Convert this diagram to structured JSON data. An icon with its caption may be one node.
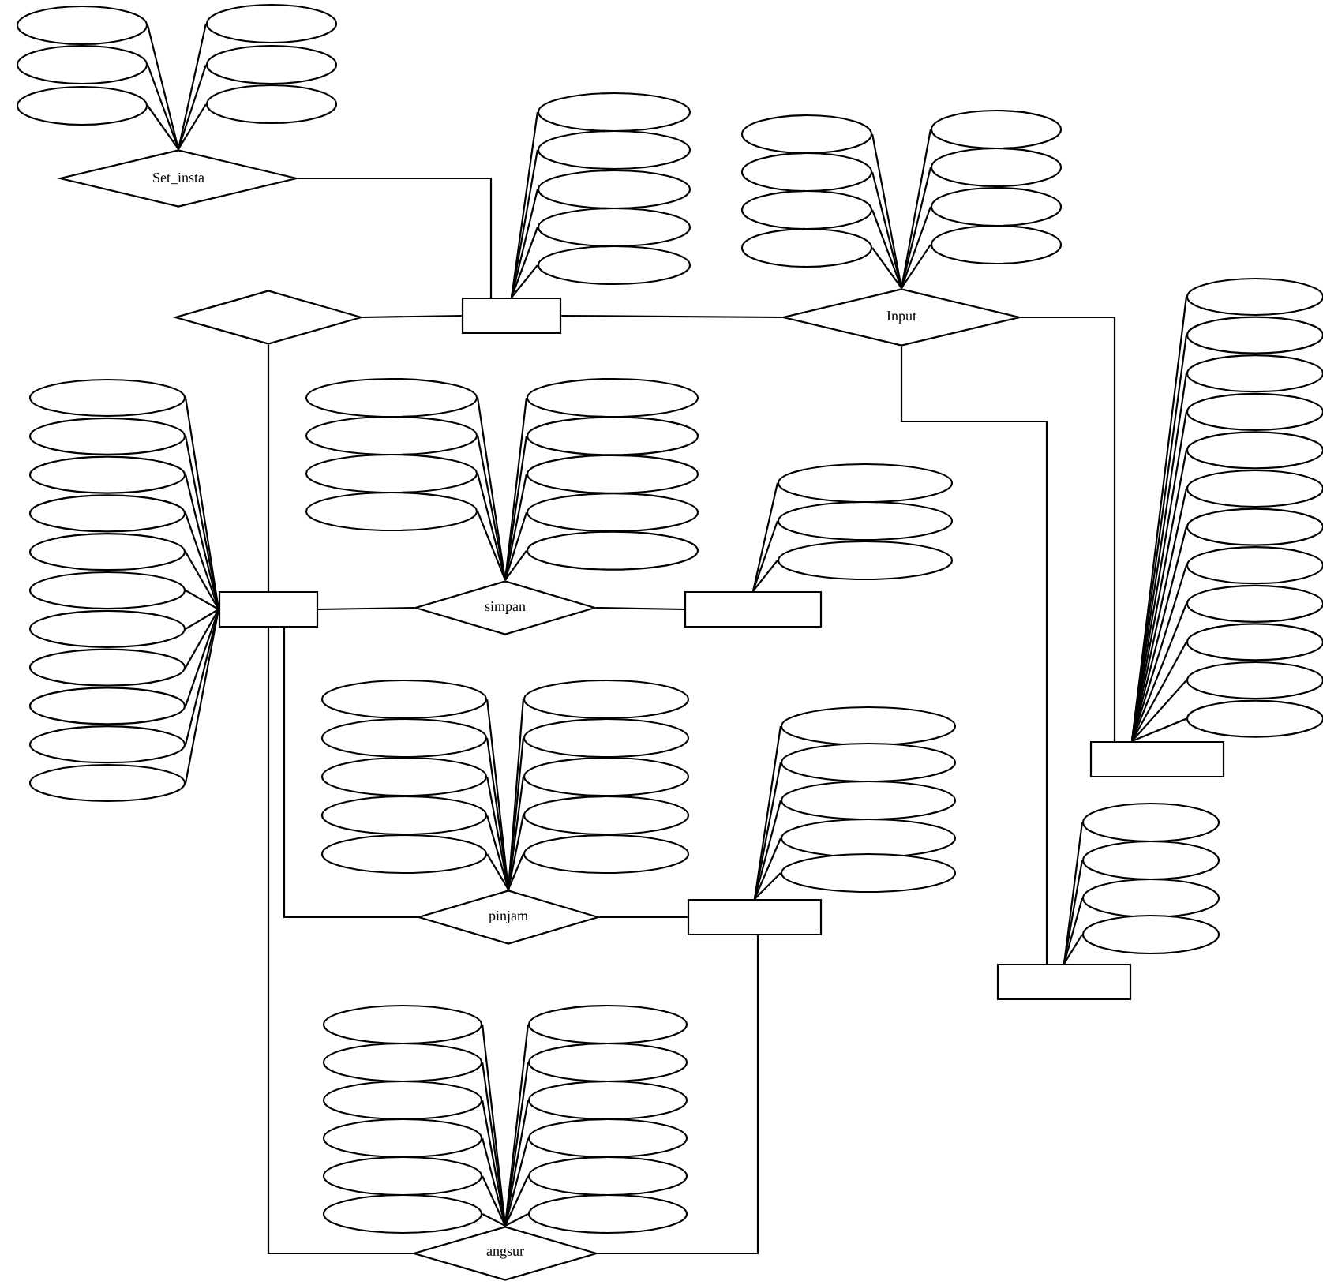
{
  "diagram": {
    "nodes": [
      {
        "text": [
          "Set_insta"
        ]
      },
      {
        "text": [],
        "shape": "ellipse"
      },
      {
        "text": [],
        "shape": "ellipse"
      },
      {
        "text": [],
        "shape": "ellipse"
      },
      {
        "text": [],
        "shape": "ellipse"
      },
      {
        "text": [],
        "shape": "ellipse"
      },
      {
        "text": [],
        "shape": "ellipse"
      },
      {
        "text": [],
        "shape": "box"
      },
      {
        "text": [],
        "shape": "ellipse"
      },
      {
        "text": [],
        "shape": "ellipse"
      },
      {
        "text": [],
        "shape": "ellipse"
      },
      {
        "text": [],
        "shape": "ellipse"
      },
      {
        "text": [],
        "shape": "ellipse"
      },
      {
        "text": [],
        "shape": "ellipse"
      },
      {
        "text": [],
        "shape": "ellipse"
      },
      {
        "text": [],
        "shape": "ellipse"
      },
      {
        "text": [],
        "shape": "ellipse"
      },
      {
        "text": [],
        "shape": "ellipse"
      },
      {
        "text": [],
        "shape": "ellipse"
      },
      {
        "text": [],
        "shape": "ellipse"
      },
      {
        "text": [],
        "shape": "ellipse"
      },
      {
        "text": [],
        "shape": "diamond"
      },
      {
        "text": [
          "Input"
        ]
      },
      {
        "text": [],
        "shape": "ellipse"
      },
      {
        "text": [],
        "shape": "ellipse"
      },
      {
        "text": [],
        "shape": "ellipse"
      },
      {
        "text": [],
        "shape": "ellipse"
      },
      {
        "text": [],
        "shape": "ellipse"
      },
      {
        "text": [],
        "shape": "ellipse"
      },
      {
        "text": [],
        "shape": "ellipse"
      },
      {
        "text": [],
        "shape": "ellipse"
      },
      {
        "text": [],
        "shape": "ellipse"
      },
      {
        "text": [],
        "shape": "ellipse"
      },
      {
        "text": [],
        "shape": "ellipse"
      },
      {
        "text": [],
        "shape": "ellipse"
      },
      {
        "text": [],
        "shape": "box"
      },
      {
        "text": [],
        "shape": "box"
      },
      {
        "text": [],
        "shape": "ellipse"
      },
      {
        "text": [],
        "shape": "ellipse"
      },
      {
        "text": [],
        "shape": "ellipse"
      },
      {
        "text": [],
        "shape": "ellipse"
      },
      {
        "text": [],
        "shape": "ellipse"
      },
      {
        "text": [],
        "shape": "ellipse"
      },
      {
        "text": [],
        "shape": "ellipse"
      },
      {
        "text": [],
        "shape": "ellipse"
      },
      {
        "text": [],
        "shape": "ellipse"
      },
      {
        "text": [],
        "shape": "ellipse"
      },
      {
        "text": [],
        "shape": "ellipse"
      },
      {
        "text": [],
        "shape": "ellipse"
      },
      {
        "text": [],
        "shape": "ellipse"
      },
      {
        "text": [],
        "shape": "ellipse"
      },
      {
        "text": [],
        "shape": "ellipse"
      },
      {
        "text": [],
        "shape": "ellipse"
      },
      {
        "text": [],
        "shape": "ellipse"
      },
      {
        "text": [],
        "shape": "ellipse"
      },
      {
        "text": [],
        "shape": "ellipse"
      },
      {
        "text": [],
        "shape": "ellipse"
      },
      {
        "text": [
          "simpan"
        ]
      },
      {
        "text": [],
        "shape": "box"
      },
      {
        "text": [],
        "shape": "ellipse"
      },
      {
        "text": [],
        "shape": "ellipse"
      },
      {
        "text": [],
        "shape": "ellipse"
      },
      {
        "text": [],
        "shape": "ellipse"
      },
      {
        "text": [],
        "shape": "ellipse"
      },
      {
        "text": [],
        "shape": "ellipse"
      },
      {
        "text": [],
        "shape": "ellipse"
      },
      {
        "text": [],
        "shape": "ellipse"
      },
      {
        "text": [],
        "shape": "ellipse"
      },
      {
        "text": [],
        "shape": "ellipse"
      },
      {
        "text": [],
        "shape": "ellipse"
      },
      {
        "text": [],
        "shape": "ellipse"
      },
      {
        "text": [],
        "shape": "ellipse"
      },
      {
        "text": [],
        "shape": "ellipse"
      },
      {
        "text": [],
        "shape": "ellipse"
      },
      {
        "text": [],
        "shape": "ellipse"
      },
      {
        "text": [],
        "shape": "ellipse"
      },
      {
        "text": [
          "pinjam"
        ]
      },
      {
        "text": [],
        "shape": "box"
      },
      {
        "text": [],
        "shape": "ellipse"
      },
      {
        "text": [],
        "shape": "ellipse"
      },
      {
        "text": [],
        "shape": "ellipse"
      },
      {
        "text": [],
        "shape": "ellipse"
      },
      {
        "text": [],
        "shape": "ellipse"
      },
      {
        "text": [],
        "shape": "box"
      },
      {
        "text": [],
        "shape": "ellipse"
      },
      {
        "text": [],
        "shape": "ellipse"
      },
      {
        "text": [],
        "shape": "ellipse"
      },
      {
        "text": [],
        "shape": "ellipse"
      },
      {
        "text": [],
        "shape": "ellipse"
      },
      {
        "text": [],
        "shape": "ellipse"
      },
      {
        "text": [],
        "shape": "ellipse"
      },
      {
        "text": [],
        "shape": "ellipse"
      },
      {
        "text": [],
        "shape": "ellipse"
      },
      {
        "text": [],
        "shape": "ellipse"
      },
      {
        "text": [],
        "shape": "ellipse"
      },
      {
        "text": [],
        "shape": "ellipse"
      },
      {
        "text": [
          "angsur"
        ]
      }
    ],
    "edges": [
      {
        "from": 1,
        "to": 0,
        "arrow": "none"
      },
      {
        "from": 2,
        "to": 0,
        "arrow": "none"
      },
      {
        "from": 3,
        "to": 0,
        "arrow": "none"
      },
      {
        "from": 4,
        "to": 0,
        "arrow": "none"
      },
      {
        "from": 5,
        "to": 0,
        "arrow": "none"
      },
      {
        "from": 6,
        "to": 0,
        "arrow": "none"
      },
      {
        "from": 8,
        "to": 7,
        "arrow": "none"
      },
      {
        "from": 9,
        "to": 7,
        "arrow": "none"
      },
      {
        "from": 10,
        "to": 7,
        "arrow": "none"
      },
      {
        "from": 11,
        "to": 7,
        "arrow": "none"
      },
      {
        "from": 12,
        "to": 7,
        "arrow": "none"
      },
      {
        "from": 13,
        "to": 22,
        "arrow": "none"
      },
      {
        "from": 14,
        "to": 22,
        "arrow": "none"
      },
      {
        "from": 15,
        "to": 22,
        "arrow": "none"
      },
      {
        "from": 16,
        "to": 22,
        "arrow": "none"
      },
      {
        "from": 17,
        "to": 22,
        "arrow": "none"
      },
      {
        "from": 18,
        "to": 22,
        "arrow": "none"
      },
      {
        "from": 19,
        "to": 22,
        "arrow": "none"
      },
      {
        "from": 20,
        "to": 22,
        "arrow": "none"
      },
      {
        "from": 23,
        "to": 35,
        "arrow": "none"
      },
      {
        "from": 24,
        "to": 35,
        "arrow": "none"
      },
      {
        "from": 25,
        "to": 35,
        "arrow": "none"
      },
      {
        "from": 26,
        "to": 35,
        "arrow": "none"
      },
      {
        "from": 27,
        "to": 35,
        "arrow": "none"
      },
      {
        "from": 28,
        "to": 35,
        "arrow": "none"
      },
      {
        "from": 29,
        "to": 35,
        "arrow": "none"
      },
      {
        "from": 30,
        "to": 35,
        "arrow": "none"
      },
      {
        "from": 31,
        "to": 35,
        "arrow": "none"
      },
      {
        "from": 32,
        "to": 35,
        "arrow": "none"
      },
      {
        "from": 33,
        "to": 35,
        "arrow": "none"
      },
      {
        "from": 34,
        "to": 35,
        "arrow": "none"
      },
      {
        "from": 37,
        "to": 36,
        "arrow": "none"
      },
      {
        "from": 38,
        "to": 36,
        "arrow": "none"
      },
      {
        "from": 39,
        "to": 36,
        "arrow": "none"
      },
      {
        "from": 40,
        "to": 36,
        "arrow": "none"
      },
      {
        "from": 41,
        "to": 36,
        "arrow": "none"
      },
      {
        "from": 42,
        "to": 36,
        "arrow": "none"
      },
      {
        "from": 43,
        "to": 36,
        "arrow": "none"
      },
      {
        "from": 44,
        "to": 36,
        "arrow": "none"
      },
      {
        "from": 45,
        "to": 36,
        "arrow": "none"
      },
      {
        "from": 46,
        "to": 36,
        "arrow": "none"
      },
      {
        "from": 47,
        "to": 36,
        "arrow": "none"
      },
      {
        "from": 48,
        "to": 57,
        "arrow": "none"
      },
      {
        "from": 49,
        "to": 57,
        "arrow": "none"
      },
      {
        "from": 50,
        "to": 57,
        "arrow": "none"
      },
      {
        "from": 51,
        "to": 57,
        "arrow": "none"
      },
      {
        "from": 52,
        "to": 57,
        "arrow": "none"
      },
      {
        "from": 53,
        "to": 57,
        "arrow": "none"
      },
      {
        "from": 54,
        "to": 57,
        "arrow": "none"
      },
      {
        "from": 55,
        "to": 57,
        "arrow": "none"
      },
      {
        "from": 56,
        "to": 57,
        "arrow": "none"
      },
      {
        "from": 59,
        "to": 58,
        "arrow": "none"
      },
      {
        "from": 60,
        "to": 58,
        "arrow": "none"
      },
      {
        "from": 61,
        "to": 58,
        "arrow": "none"
      },
      {
        "from": 62,
        "to": 76,
        "arrow": "none"
      },
      {
        "from": 63,
        "to": 76,
        "arrow": "none"
      },
      {
        "from": 64,
        "to": 76,
        "arrow": "none"
      },
      {
        "from": 65,
        "to": 76,
        "arrow": "none"
      },
      {
        "from": 66,
        "to": 76,
        "arrow": "none"
      },
      {
        "from": 67,
        "to": 76,
        "arrow": "none"
      },
      {
        "from": 68,
        "to": 76,
        "arrow": "none"
      },
      {
        "from": 69,
        "to": 76,
        "arrow": "none"
      },
      {
        "from": 70,
        "to": 76,
        "arrow": "none"
      },
      {
        "from": 71,
        "to": 76,
        "arrow": "none"
      },
      {
        "from": 72,
        "to": 83,
        "arrow": "none"
      },
      {
        "from": 73,
        "to": 83,
        "arrow": "none"
      },
      {
        "from": 74,
        "to": 83,
        "arrow": "none"
      },
      {
        "from": 75,
        "to": 83,
        "arrow": "none"
      },
      {
        "from": 78,
        "to": 77,
        "arrow": "none"
      },
      {
        "from": 79,
        "to": 77,
        "arrow": "none"
      },
      {
        "from": 80,
        "to": 77,
        "arrow": "none"
      },
      {
        "from": 81,
        "to": 77,
        "arrow": "none"
      },
      {
        "from": 82,
        "to": 77,
        "arrow": "none"
      },
      {
        "from": 84,
        "to": 96,
        "arrow": "none"
      },
      {
        "from": 85,
        "to": 96,
        "arrow": "none"
      },
      {
        "from": 86,
        "to": 96,
        "arrow": "none"
      },
      {
        "from": 87,
        "to": 96,
        "arrow": "none"
      },
      {
        "from": 88,
        "to": 96,
        "arrow": "none"
      },
      {
        "from": 89,
        "to": 96,
        "arrow": "none"
      },
      {
        "from": 90,
        "to": 96,
        "arrow": "none"
      },
      {
        "from": 91,
        "to": 96,
        "arrow": "none"
      },
      {
        "from": 92,
        "to": 96,
        "arrow": "none"
      },
      {
        "from": 93,
        "to": 96,
        "arrow": "none"
      },
      {
        "from": 94,
        "to": 96,
        "arrow": "none"
      },
      {
        "from": 95,
        "to": 96,
        "arrow": "none"
      },
      {
        "from": 0,
        "to": 7,
        "arrow": "none"
      },
      {
        "from": 21,
        "to": 7,
        "arrow": "none"
      },
      {
        "from": 7,
        "to": 22,
        "arrow": "none"
      },
      {
        "from": 22,
        "to": 35,
        "arrow": "none"
      },
      {
        "from": 22,
        "to": 83,
        "arrow": "none"
      },
      {
        "from": 36,
        "to": 57,
        "arrow": "none"
      },
      {
        "from": 57,
        "to": 58,
        "arrow": "none"
      },
      {
        "from": 36,
        "to": 76,
        "arrow": "none"
      },
      {
        "from": 76,
        "to": 77,
        "arrow": "none"
      },
      {
        "from": 36,
        "to": 96,
        "arrow": "none"
      },
      {
        "from": 77,
        "to": 96,
        "arrow": "none"
      },
      {
        "from": 21,
        "to": 36,
        "arrow": "none"
      }
    ]
  }
}
